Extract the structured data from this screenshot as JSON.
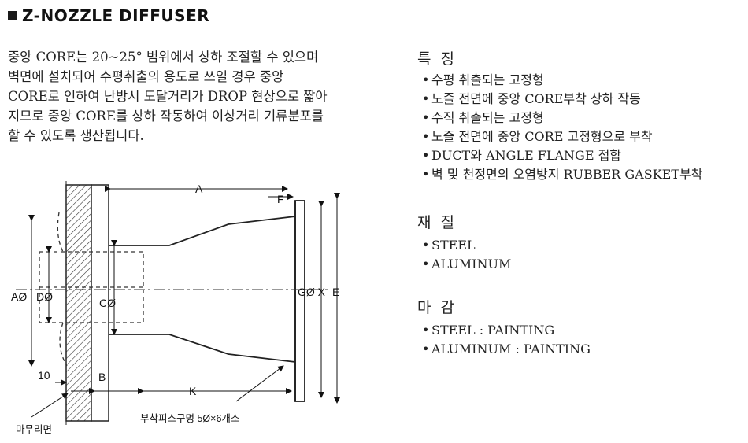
{
  "title": "Z-NOZZLE DIFFUSER",
  "description": [
    "중앙 CORE는 20~25° 범위에서 상하 조절할 수 있으며",
    "벽면에 설치되어 수평취출의 용도로 쓰일 경우 중앙",
    "CORE로 인하여 난방시 도달거리가 DROP 현상으로 짧아",
    "지므로 중앙 CORE를 상하 작동하여 이상거리 기류분포를",
    "할 수 있도록 생산됩니다."
  ],
  "features": {
    "heading": "특징",
    "items": [
      "수평 취출되는 고정형",
      "노즐 전면에 중앙 CORE부착 상하 작동",
      "수직 취출되는 고정형",
      "노즐 전면에 중앙 CORE 고정형으로 부착",
      "DUCT와 ANGLE FLANGE 접합",
      "벽 및 천정면의 오염방지 RUBBER GASKET부착"
    ]
  },
  "material": {
    "heading": "재질",
    "items": [
      "STEEL",
      "ALUMINUM"
    ]
  },
  "finish": {
    "heading": "마감",
    "items": [
      "STEEL : PAINTING",
      "ALUMINUM : PAINTING"
    ]
  },
  "drawing": {
    "label_A": "A",
    "label_F": "F",
    "label_AD": "AØ",
    "label_DD": "DØ",
    "label_CD": "CØ",
    "label_GX": "GØ X",
    "label_E": "E",
    "label_10": "10",
    "label_B": "B",
    "label_K": "K",
    "label_hole": "부착피스구멍 5Ø×6개소",
    "label_finish_face": "마무리면"
  }
}
